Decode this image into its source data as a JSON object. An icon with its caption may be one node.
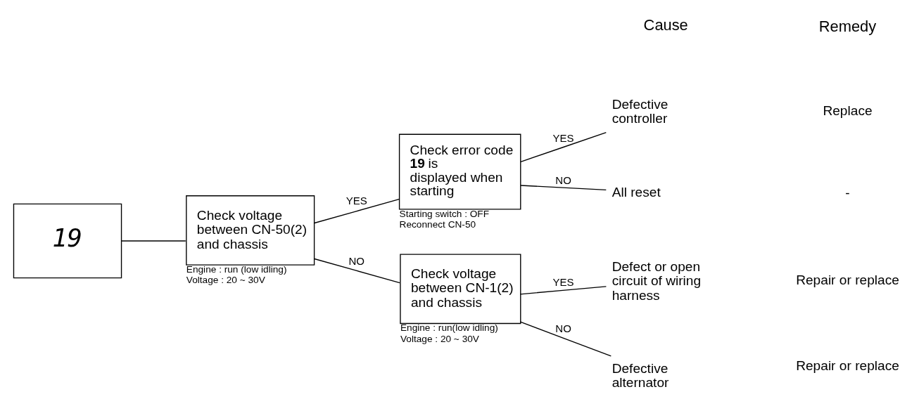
{
  "diagram": {
    "nodes": [
      {
        "text": [
          "19"
        ]
      },
      {
        "text": [
          "Check voltage between CN-50(2) and chassis"
        ],
        "beside": [
          "Engine : run (low idling)",
          "Voltage : 20 ~ 30V"
        ]
      },
      {
        "text": [
          "Check error code **19** is displayed when starting"
        ],
        "beside": [
          "Starting switch : OFF",
          "Reconnect CN-50"
        ]
      },
      {
        "text": [
          "Check voltage between CN-1(2) and chassis"
        ],
        "beside": [
          "Engine : run(low idling)",
          "Voltage : 20 ~ 30V"
        ]
      },
      {
        "text": [
          "Defective controller"
        ]
      },
      {
        "text": [
          "All reset"
        ]
      },
      {
        "text": [
          "Defect or open circuit of wiring harness"
        ]
      },
      {
        "text": [
          "Defective alternator"
        ]
      }
    ],
    "edges": [
      {
        "from": 0,
        "to": 1,
        "arrow": "none"
      },
      {
        "from": 1,
        "to": 2,
        "arrow": "none",
        "label": "YES"
      },
      {
        "from": 1,
        "to": 3,
        "arrow": "none",
        "label": "NO"
      },
      {
        "from": 2,
        "to": 4,
        "arrow": "none",
        "label": "YES"
      },
      {
        "from": 2,
        "to": 5,
        "arrow": "none",
        "label": "NO"
      },
      {
        "from": 3,
        "to": 6,
        "arrow": "none",
        "label": "YES"
      },
      {
        "from": 3,
        "to": 7,
        "arrow": "none",
        "label": "NO"
      }
    ],
    "labels": [
      "Cause",
      "Remedy",
      "Replace",
      "-",
      "Repair or replace",
      "Repair or replace"
    ]
  }
}
